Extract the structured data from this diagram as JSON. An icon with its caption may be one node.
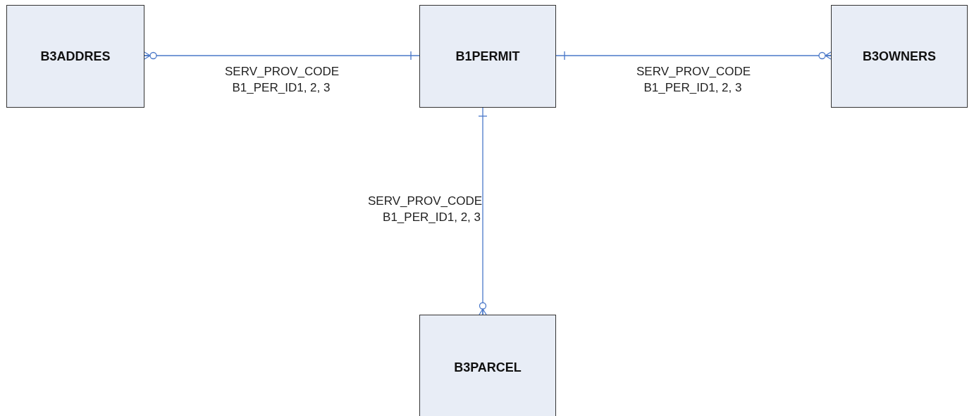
{
  "diagram": {
    "nodes": [
      {
        "text": [
          "B3ADDRES"
        ]
      },
      {
        "text": [
          "B1PERMIT"
        ]
      },
      {
        "text": [
          "B3OWNERS"
        ]
      },
      {
        "text": [
          "B3PARCEL"
        ]
      }
    ],
    "edges": [
      {
        "from": 1,
        "to": 0,
        "arrow": "other",
        "label": "SERV_PROV_CODE B1_PER_ID1, 2, 3"
      },
      {
        "from": 1,
        "to": 2,
        "arrow": "other",
        "label": "SERV_PROV_CODE B1_PER_ID1, 2, 3"
      },
      {
        "from": 1,
        "to": 3,
        "arrow": "other",
        "label": "SERV_PROV_CODE B1_PER_ID1, 2, 3"
      }
    ]
  }
}
